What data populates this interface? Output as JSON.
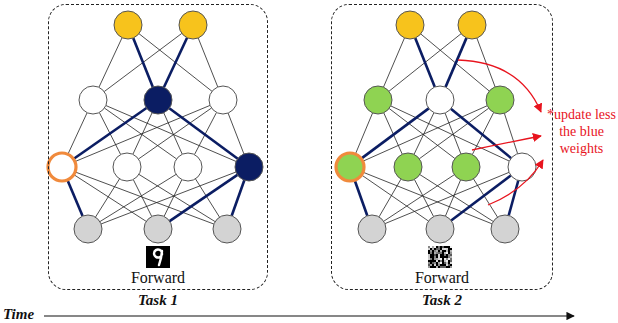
{
  "diagram": {
    "nodes": [
      {
        "text": [
          "Forward",
          "Task 1"
        ]
      },
      {
        "text": [
          "Forward",
          "Task 2"
        ]
      }
    ],
    "labels": [
      "*update less the blue weights",
      "Time"
    ]
  }
}
